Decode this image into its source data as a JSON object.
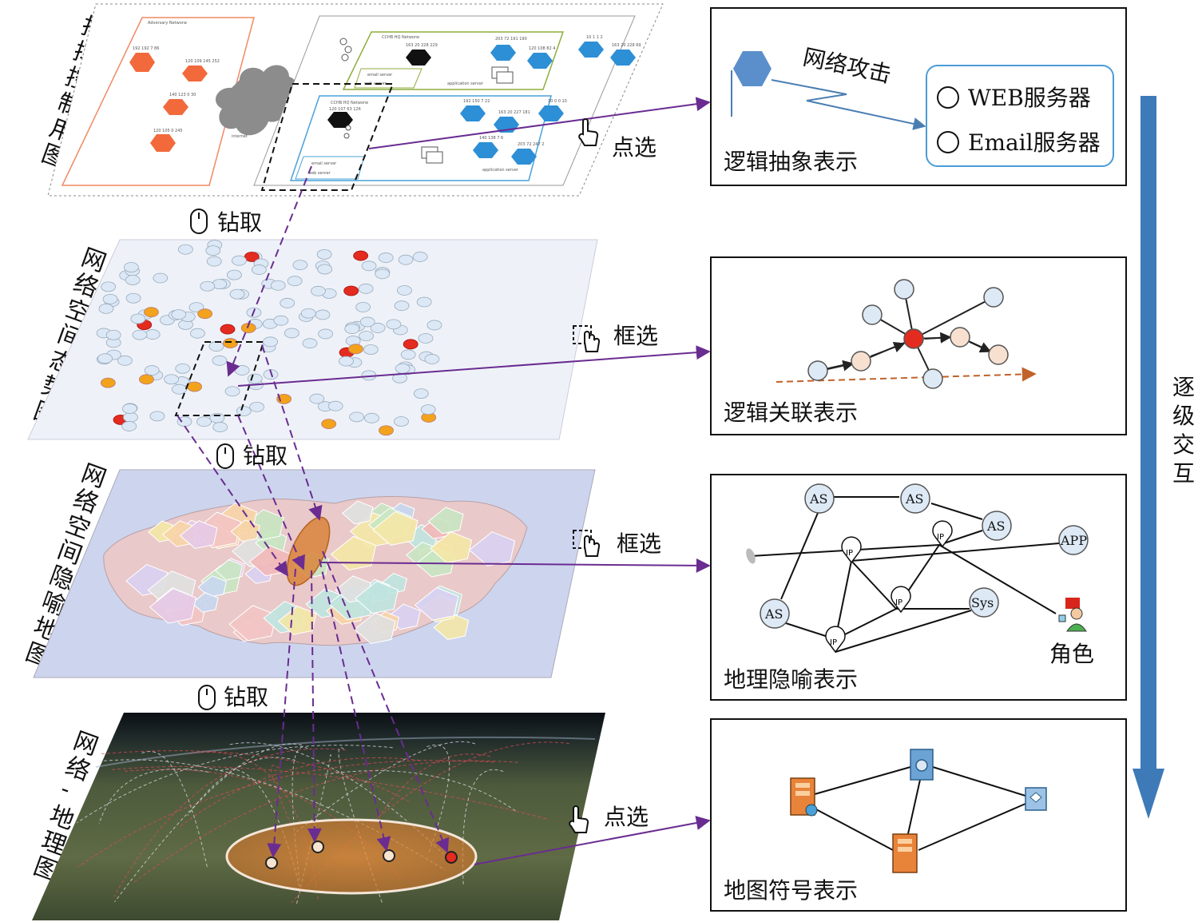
{
  "layers": [
    {
      "id": "c2",
      "label": "指挥控制用图",
      "chars": [
        "指",
        "挥",
        "控",
        "制",
        "用",
        "图"
      ]
    },
    {
      "id": "situ",
      "label": "网络空间态势图",
      "chars": [
        "网",
        "络",
        "空",
        "间",
        "态",
        "势",
        "图"
      ]
    },
    {
      "id": "meta",
      "label": "网络空间隐喻地图",
      "chars": [
        "网",
        "络",
        "空",
        "间",
        "隐",
        "喻",
        "地",
        "图"
      ]
    },
    {
      "id": "geo",
      "label": "网络-地理图",
      "chars": [
        "网",
        "络",
        "-",
        "地",
        "理",
        "图"
      ]
    }
  ],
  "actions": {
    "click": "点选",
    "drill": "钻取",
    "box": "框选"
  },
  "panels": {
    "logic_abstract": {
      "title": "逻辑抽象表示",
      "attack": "网络攻击",
      "servers": [
        "WEB服务器",
        "Email服务器"
      ]
    },
    "logic_assoc": {
      "title": "逻辑关联表示"
    },
    "geo_meta": {
      "title": "地理隐喻表示",
      "role": "角色",
      "as_label": "AS",
      "ip_label": "IP",
      "app_label": "APP",
      "sys_label": "Sys"
    },
    "map_symbol": {
      "title": "地图符号表示"
    }
  },
  "progressive": {
    "label": "逐级交互",
    "chars": [
      "逐",
      "级",
      "交",
      "互"
    ]
  },
  "c2_map": {
    "adversary": "Adversary Networw",
    "hq1": "CCHB HQ Networw",
    "hq2": "CCHB HQ Networw",
    "internet": "internet",
    "ips": [
      "192 192 7 86",
      "120 109 145 252",
      "140 123 0 30",
      "120 105 0 245",
      "163 20 228 229",
      "203 72 191 190",
      "10 1 1 2",
      "163 20 228 69",
      "120 108 82 4",
      "120 107 63 126",
      "192 150 7 22",
      "163 20 227 181",
      "10 0 0 10",
      "140 138 7 6",
      "203 72 247 2"
    ],
    "services": [
      "email server",
      "web server",
      "application server",
      "email server",
      "web server",
      "application server"
    ]
  },
  "colors": {
    "purple": "#6a2c91",
    "blue_arrow": "#4a7eb3",
    "hex_blue": "#4a88c9",
    "node_fill": "#dde9f5",
    "red": "#e42b1f",
    "orange": "#f2a31b"
  }
}
